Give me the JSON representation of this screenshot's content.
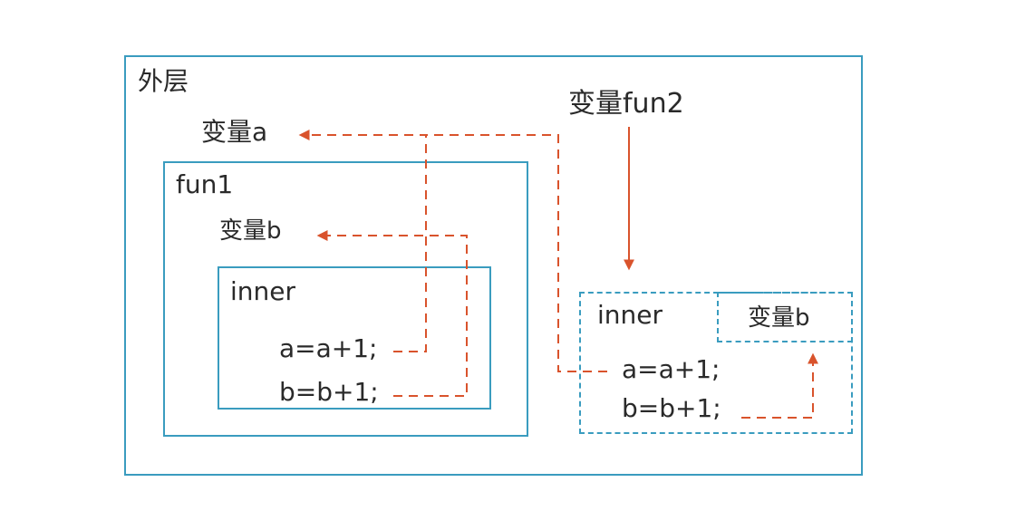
{
  "outer": {
    "label": "外层",
    "var_a": "变量a",
    "var_fun2": "变量fun2"
  },
  "fun1": {
    "label": "fun1",
    "var_b": "变量b",
    "inner": {
      "label": "inner",
      "line_a": "a=a+1;",
      "line_b": "b=b+1;"
    }
  },
  "fun2_inner": {
    "label": "inner",
    "var_b": "变量b",
    "line_a": "a=a+1;",
    "line_b": "b=b+1;"
  },
  "colors": {
    "box_border": "#3a9cbf",
    "arrow": "#d9532c"
  }
}
